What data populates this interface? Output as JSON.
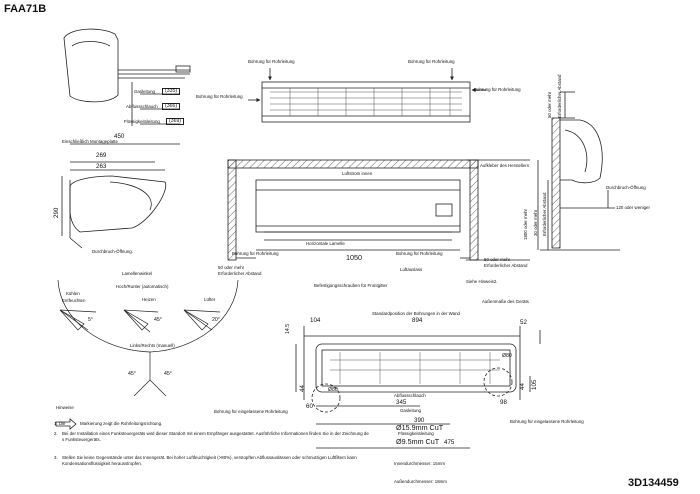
{
  "header": {
    "model": "FAA71B",
    "doc_number": "3D134459"
  },
  "side_view": {
    "pipe_gas": "Gasleitung",
    "pipe_gas_val": "(335)",
    "pipe_drain": "Abflussschlauch",
    "pipe_drain_val": "(366)",
    "pipe_liquid": "Flüssigkeitsleitung",
    "pipe_liquid_val": "(369)",
    "plate_dim": "450",
    "plate_label": "Einschließlich Montageplatte",
    "dim_269": "269",
    "dim_263": "263",
    "dim_290": "290",
    "breakthrough": "Durchbruch-Öffnung."
  },
  "top_view": {
    "bore_left": "Bohrung für Rohrleitung",
    "bore_right": "Bohrung für Rohrleitung",
    "bore_side_left": "Bohrung für Rohrleitung",
    "bore_side_right": "Bohrung für Rohrleitung"
  },
  "right_side": {
    "v50": "50 oder mehr",
    "required_distance": "Erforderlicher Abstand",
    "breakthrough": "Durchbruch-Öffnung",
    "v120": "120 oder weniger",
    "v1800": "1800 oder mehr",
    "v30": "30 oder mehr",
    "required_distance2": "Erforderlicher Abstand"
  },
  "front_view": {
    "sticker": "Aufkleber des Herstellers",
    "air_in": "Luftstrom innen",
    "bore_left": "Bohrung für Rohrleitung",
    "bore_right": "Bohrung für Rohrleitung",
    "flap": "Horizontale Lamelle",
    "width": "1050",
    "left_space": "50 oder mehr",
    "left_space2": "Erforderlicher Abstand",
    "right_space": "50 oder mehr",
    "right_space2": "Erforderlicher Abstand",
    "screws": "Befestigungsschrauben für Frontgitter",
    "air_outlet": "Luftauslass",
    "note2": "Siehe Hinweis2."
  },
  "louver": {
    "angle_title": "Lamellenwinkel",
    "updown": "Hoch/Runter (automatisch)",
    "cool": "Kühlen",
    "dry": "Entfeuchten",
    "heat": "Heizen",
    "fan": "Lüfter",
    "leftright": "Links/Rechts (manuell)",
    "a1": "5°",
    "a2": "45°",
    "a3": "20°",
    "a4": "45°",
    "a5": "45°"
  },
  "plate": {
    "std_position": "Standardposition der Bohrungen in der Wand",
    "outer_dim": "Außenmaße des Geräts",
    "d145": "14.5",
    "d104": "104",
    "d894": "894",
    "d52": "52",
    "d44l": "44",
    "d60": "60",
    "d80l": "Ø80",
    "d80r": "Ø80",
    "d44r": "44",
    "d105": "105",
    "d98": "98",
    "drain_hose": "Abflussschlauch",
    "d345": "345",
    "gas": "Gasleitung",
    "d390": "390",
    "gas_size": "Ø15.9mm CuT",
    "liquid": "Flüssigkeitsleitung",
    "liquid_size": "Ø9.5mm CuT",
    "d475": "475",
    "inner_dia": "Innendurchmesser: 15mm",
    "outer_dia": "Außendurchmesser: 18mm",
    "bore_left": "Bohrung für eingelassene Rohrleitung",
    "bore_right": "Bohrung für eingelassene Rohrleitung"
  },
  "notes": {
    "heading": "Hinweise",
    "n1_num": "1. Die",
    "n1": "Markierung zeigt die Rohrleitungsrichtung.",
    "n2_num": "2.",
    "n2a": "Bei der Installation eines Funksteuergeräts wird dieser Standort mit einem Empfänger ausgestattet. Ausführliche Informationen finden Sie in der Zeichnung de",
    "n2b": "s Funksteuergeräts.",
    "n3_num": "3.",
    "n3a": "Stellen Sie keine Gegenstände unter das Innengerät. Bei hoher Luftfeuchtigkeit (>80%), verstopften Abflussauslässen oder schmutzigen Luftfiltern kann",
    "n3b": "Kondensationsflüssigkeit herausstropfen."
  }
}
